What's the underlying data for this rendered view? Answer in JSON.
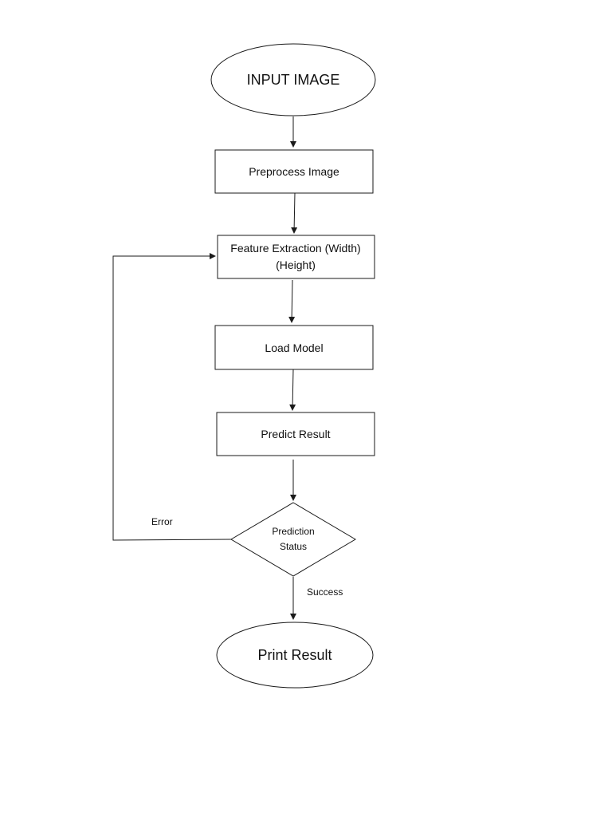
{
  "diagram": {
    "nodes": {
      "input_image": {
        "label": "INPUT IMAGE",
        "shape": "ellipse"
      },
      "preprocess": {
        "label": "Preprocess Image",
        "shape": "rectangle"
      },
      "feature_extraction": {
        "line1": "Feature Extraction (Width)",
        "line2": "(Height)",
        "shape": "rectangle"
      },
      "load_model": {
        "label": "Load Model",
        "shape": "rectangle"
      },
      "predict_result": {
        "label": "Predict Result",
        "shape": "rectangle"
      },
      "prediction_status": {
        "line1": "Prediction",
        "line2": "Status",
        "shape": "diamond"
      },
      "print_result": {
        "label": "Print Result",
        "shape": "ellipse"
      }
    },
    "edges": {
      "error_label": "Error",
      "success_label": "Success"
    },
    "colors": {
      "stroke": "#1a1a1a",
      "background": "#ffffff",
      "text": "#111111"
    }
  }
}
